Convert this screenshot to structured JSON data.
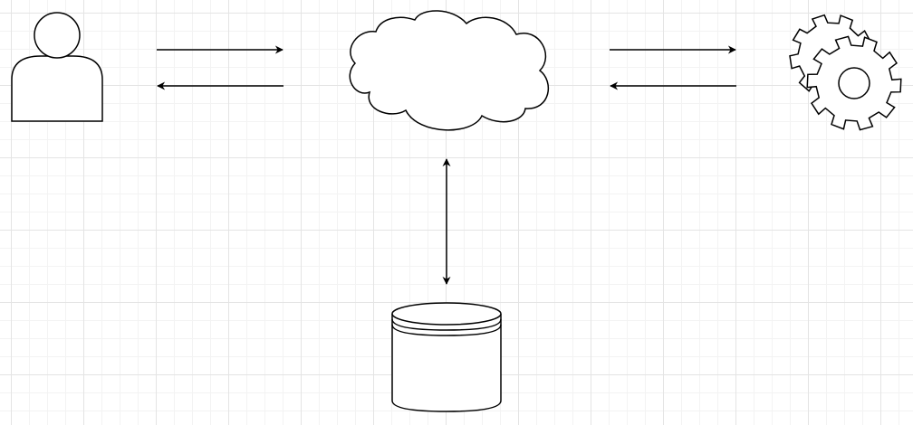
{
  "diagram": {
    "background": "#ffffff",
    "grid_color": "#e4e4e4",
    "stroke_color": "#000000",
    "fill_color": "#ffffff",
    "shapes": [
      {
        "id": "user",
        "icon": "user-icon"
      },
      {
        "id": "cloud",
        "icon": "cloud-icon"
      },
      {
        "id": "gears",
        "icon": "gears-icon"
      },
      {
        "id": "database",
        "icon": "database-icon"
      }
    ],
    "connectors": [
      {
        "from": "user",
        "to": "cloud",
        "direction": "forward"
      },
      {
        "from": "cloud",
        "to": "user",
        "direction": "forward"
      },
      {
        "from": "cloud",
        "to": "gears",
        "direction": "forward"
      },
      {
        "from": "gears",
        "to": "cloud",
        "direction": "forward"
      },
      {
        "from": "cloud",
        "to": "database",
        "direction": "both"
      }
    ]
  }
}
